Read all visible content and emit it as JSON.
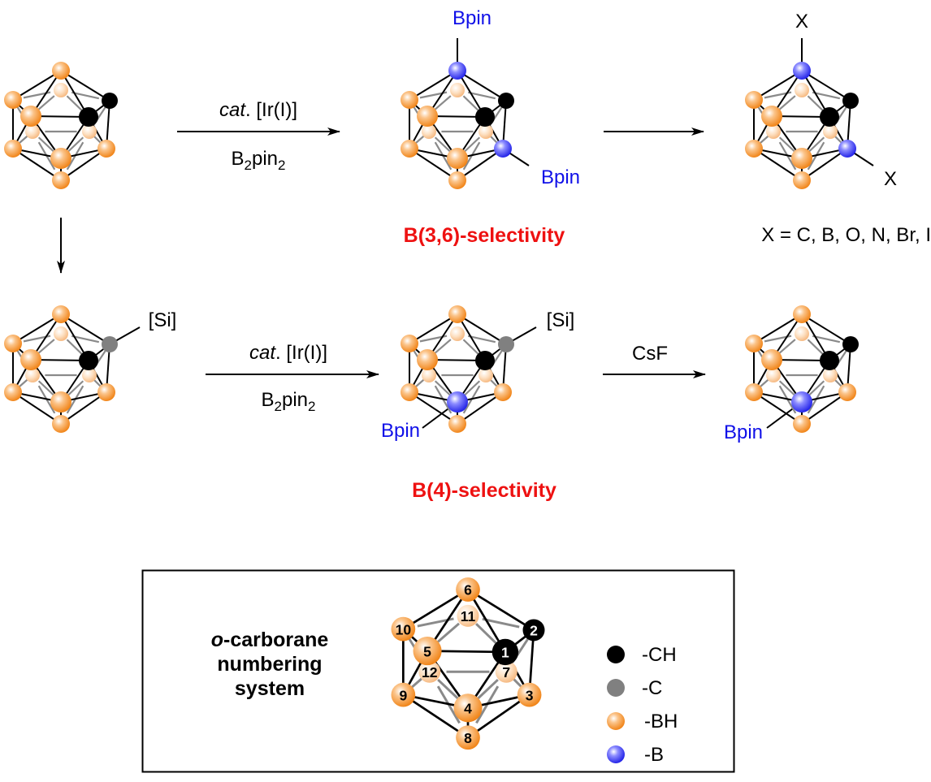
{
  "colors": {
    "CH": "#000000",
    "C": "#808080",
    "BH": "#f7931e",
    "B": "#2a2aff",
    "red_label": "#ee1111",
    "blue_label": "#1010e8"
  },
  "scheme": {
    "row1": {
      "reagent_top": "cat",
      "reagent_top_suffix": ". [Ir(I)]",
      "reagent_bottom": "B",
      "reagent_bottom_sub1": "2",
      "reagent_bottom_mid": "pin",
      "reagent_bottom_sub2": "2",
      "product_substituent_top": "Bpin",
      "product_substituent_right": "Bpin",
      "derivative_substituent_top": "X",
      "derivative_substituent_right": "X",
      "selectivity_label": "B(3,6)-selectivity",
      "x_definition": "X = C, B, O, N, Br, I"
    },
    "row2": {
      "reagent_top": "cat",
      "reagent_top_suffix": ". [Ir(I)]",
      "reagent_bottom": "B",
      "reagent_bottom_sub1": "2",
      "reagent_bottom_mid": "pin",
      "reagent_bottom_sub2": "2",
      "start_substituent": "[Si]",
      "product_substituent_si": "[Si]",
      "product_substituent_bpin": "Bpin",
      "deprotect_reagent": "CsF",
      "final_substituent_bpin": "Bpin",
      "selectivity_label": "B(4)-selectivity"
    }
  },
  "clusters": {
    "start": {
      "atom2": "CH",
      "atom3": "BH",
      "atom4": "BH",
      "atom6": "BH"
    },
    "product36": {
      "atom2": "CH",
      "atom3": "B",
      "atom4": "BH",
      "atom6": "B"
    },
    "derivative": {
      "atom2": "CH",
      "atom3": "B",
      "atom4": "BH",
      "atom6": "B"
    },
    "silyl": {
      "atom2": "C",
      "atom3": "BH",
      "atom4": "BH",
      "atom6": "BH"
    },
    "silylB4": {
      "atom2": "C",
      "atom3": "BH",
      "atom4": "B",
      "atom6": "BH"
    },
    "productB4": {
      "atom2": "CH",
      "atom3": "BH",
      "atom4": "B",
      "atom6": "BH"
    },
    "numbering": {
      "atom2": "CH",
      "atom3": "BH",
      "atom4": "BH",
      "atom6": "BH"
    }
  },
  "legend": {
    "title_italic": "o",
    "title_line1_rest": "-carborane",
    "title_line2": "numbering",
    "title_line3": "system",
    "atom_numbers": [
      "1",
      "2",
      "3",
      "4",
      "5",
      "6",
      "7",
      "8",
      "9",
      "10",
      "11",
      "12"
    ],
    "items": [
      {
        "type": "CH",
        "label": "-CH"
      },
      {
        "type": "C",
        "label": "-C"
      },
      {
        "type": "BH",
        "label": "-BH"
      },
      {
        "type": "B",
        "label": "-B"
      }
    ]
  }
}
